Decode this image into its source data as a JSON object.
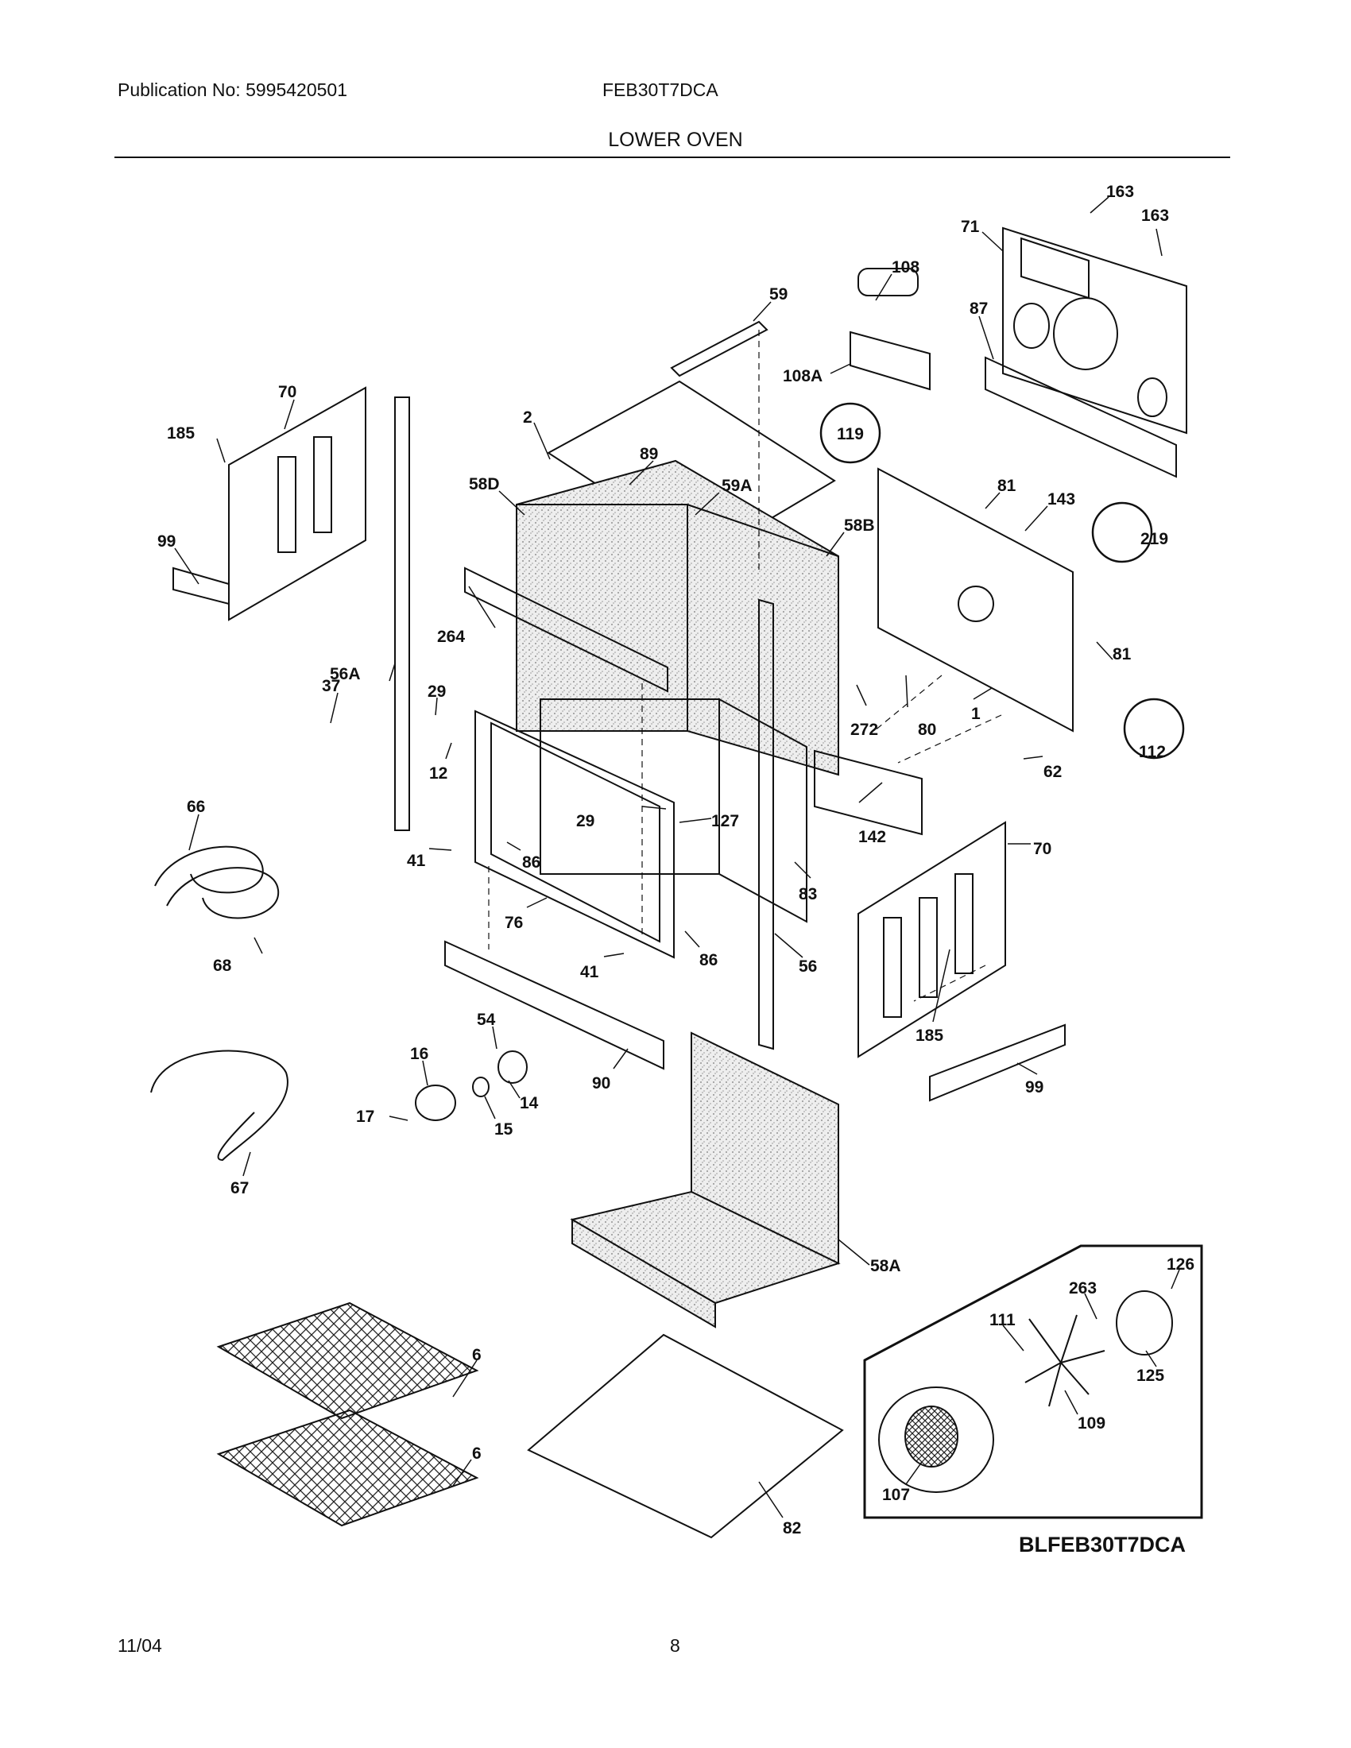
{
  "header": {
    "publication": "Publication No: 5995420501",
    "model": "FEB30T7DCA",
    "section_title": "LOWER OVEN"
  },
  "footer": {
    "date": "11/04",
    "page": "8"
  },
  "diagram": {
    "code": "BLFEB30T7DCA",
    "callouts": {
      "c163a": "163",
      "c163b": "163",
      "c71": "71",
      "c108": "108",
      "c59": "59",
      "c87": "87",
      "c108A": "108A",
      "c70a": "70",
      "c185a": "185",
      "c2": "2",
      "c119": "119",
      "c89": "89",
      "c58D": "58D",
      "c59A": "59A",
      "c81a": "81",
      "c143": "143",
      "c58B": "58B",
      "c219": "219",
      "c99a": "99",
      "c264": "264",
      "c56A": "56A",
      "c81b": "81",
      "c37": "37",
      "c29a": "29",
      "c272": "272",
      "c80": "80",
      "c1": "1",
      "c112": "112",
      "c12": "12",
      "c62": "62",
      "c66": "66",
      "c29b": "29",
      "c127": "127",
      "c142": "142",
      "c70b": "70",
      "c41a": "41",
      "c86a": "86",
      "c83": "83",
      "c76": "76",
      "c68": "68",
      "c41b": "41",
      "c86b": "86",
      "c56": "56",
      "c185b": "185",
      "c54": "54",
      "c16": "16",
      "c90": "90",
      "c99b": "99",
      "c14": "14",
      "c17": "17",
      "c15": "15",
      "c67": "67",
      "c58A": "58A",
      "c126": "126",
      "c263": "263",
      "c111": "111",
      "c125": "125",
      "c6a": "6",
      "c109": "109",
      "c6b": "6",
      "c107": "107",
      "c82": "82"
    }
  }
}
